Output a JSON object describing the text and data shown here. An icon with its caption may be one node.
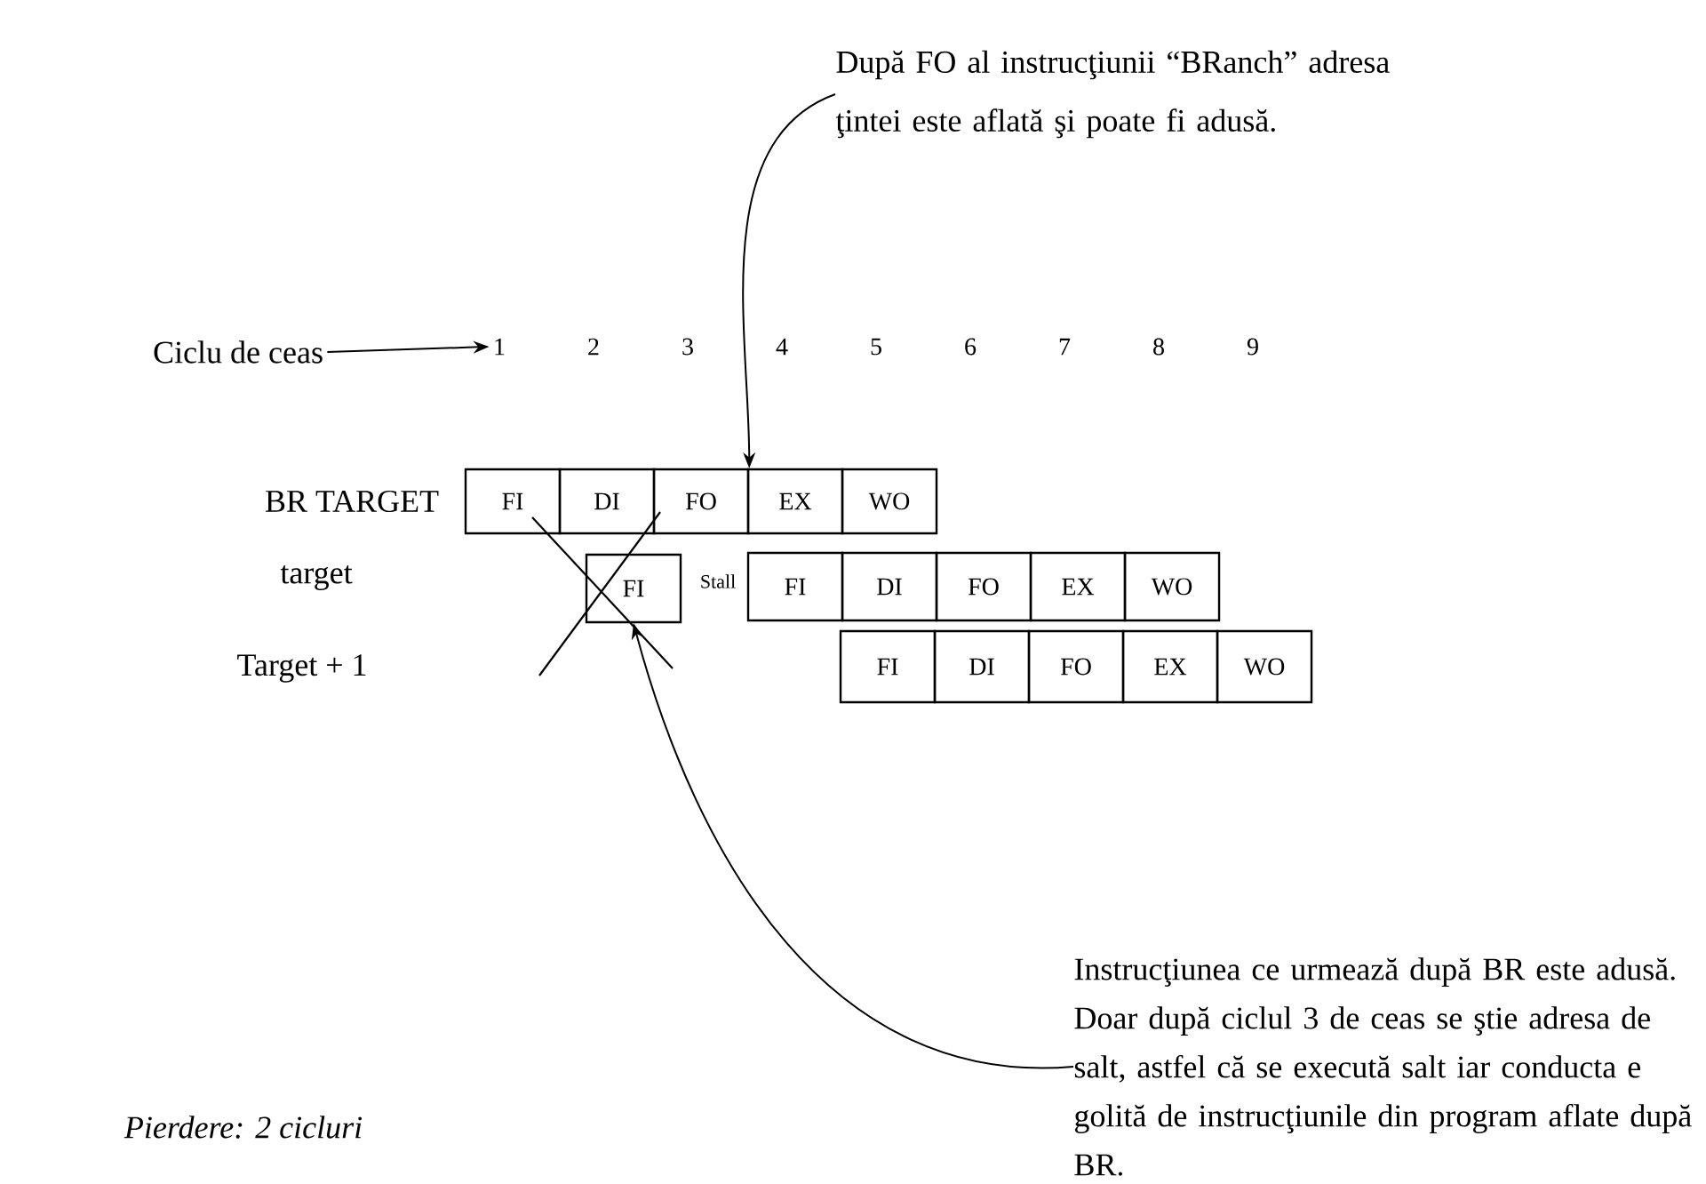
{
  "diagram": {
    "nodes": [
      {
        "text": [
          "După FO al instrucţiunii “BRanch” adresa ţintei este aflată şi poate fi adusă."
        ]
      },
      {
        "text": [
          "Ciclu de ceas"
        ]
      },
      {
        "text": [
          "1"
        ]
      },
      {
        "text": [
          "FI"
        ]
      },
      {
        "text": [
          "DI"
        ]
      },
      {
        "text": [
          "FO"
        ]
      },
      {
        "text": [
          "EX"
        ]
      },
      {
        "text": [
          "WO"
        ]
      },
      {
        "text": [
          "FI"
        ]
      },
      {
        "text": [
          "FI"
        ]
      },
      {
        "text": [
          "DI"
        ]
      },
      {
        "text": [
          "FO"
        ]
      },
      {
        "text": [
          "EX"
        ]
      },
      {
        "text": [
          "WO"
        ]
      },
      {
        "text": [
          "FI"
        ]
      },
      {
        "text": [
          "DI"
        ]
      },
      {
        "text": [
          "FO"
        ]
      },
      {
        "text": [
          "EX"
        ]
      },
      {
        "text": [
          "WO"
        ]
      },
      {
        "text": [
          "Instrucţiunea ce urmează după BR este adusă. Doar după ciclul 3 de ceas se ştie adresa de salt, astfel că se execută salt iar conducta e golită de instrucţiunile din program aflate după BR."
        ]
      }
    ],
    "edges": [
      {
        "from": 1,
        "to": 2,
        "arrow": "to"
      },
      {
        "from": 0,
        "to": 5,
        "arrow": "to"
      },
      {
        "from": 19,
        "to": 8,
        "arrow": "to"
      }
    ],
    "labels": [
      "2",
      "3",
      "4",
      "5",
      "6",
      "7",
      "8",
      "9",
      "BR TARGET",
      "target",
      "Stall",
      "Target + 1",
      "*Pierdere: 2 cicluri*"
    ]
  }
}
